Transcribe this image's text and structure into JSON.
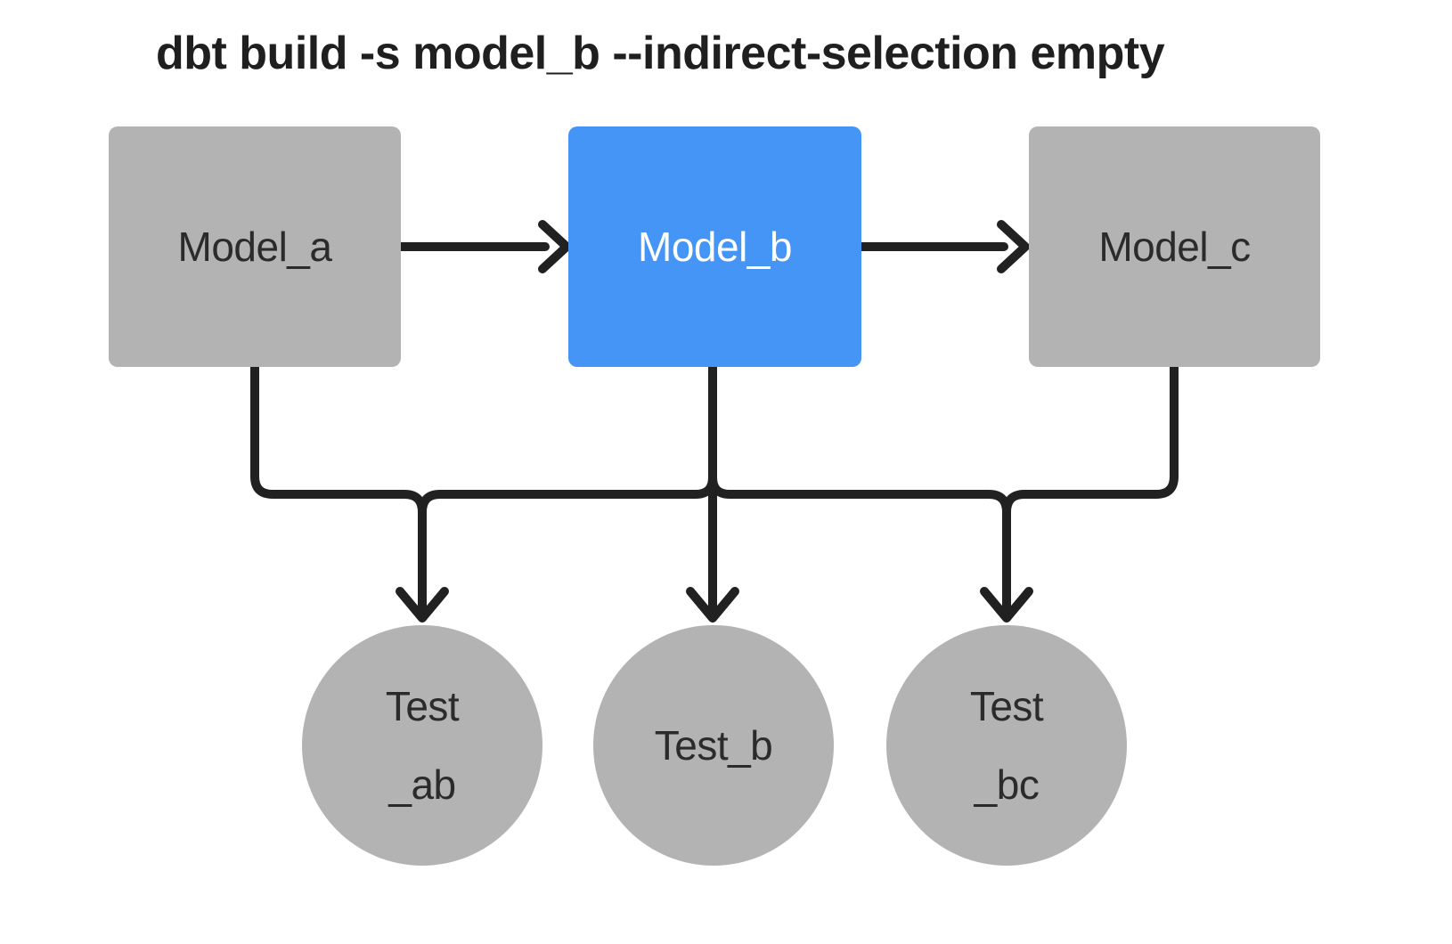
{
  "title": "dbt build -s model_b --indirect-selection empty",
  "colors": {
    "node_gray": "#b3b3b3",
    "node_selected_blue": "#4495f5",
    "edge": "#212121",
    "text_dark": "#2b2b2b",
    "text_on_blue": "#ffffff",
    "background": "#ffffff"
  },
  "nodes": {
    "model_a": {
      "label": "Model_a",
      "kind": "model",
      "state": "unselected"
    },
    "model_b": {
      "label": "Model_b",
      "kind": "model",
      "state": "selected"
    },
    "model_c": {
      "label": "Model_c",
      "kind": "model",
      "state": "unselected"
    },
    "test_ab": {
      "line1": "Test",
      "line2": "_ab",
      "kind": "test",
      "state": "unselected"
    },
    "test_b": {
      "line1": "Test_b",
      "kind": "test",
      "state": "unselected"
    },
    "test_bc": {
      "line1": "Test",
      "line2": "_bc",
      "kind": "test",
      "state": "unselected"
    }
  },
  "edges": [
    {
      "from": "model_a",
      "to": "model_b"
    },
    {
      "from": "model_b",
      "to": "model_c"
    },
    {
      "from": "model_a",
      "to": "test_ab"
    },
    {
      "from": "model_b",
      "to": "test_ab"
    },
    {
      "from": "model_b",
      "to": "test_b"
    },
    {
      "from": "model_b",
      "to": "test_bc"
    },
    {
      "from": "model_c",
      "to": "test_bc"
    }
  ]
}
